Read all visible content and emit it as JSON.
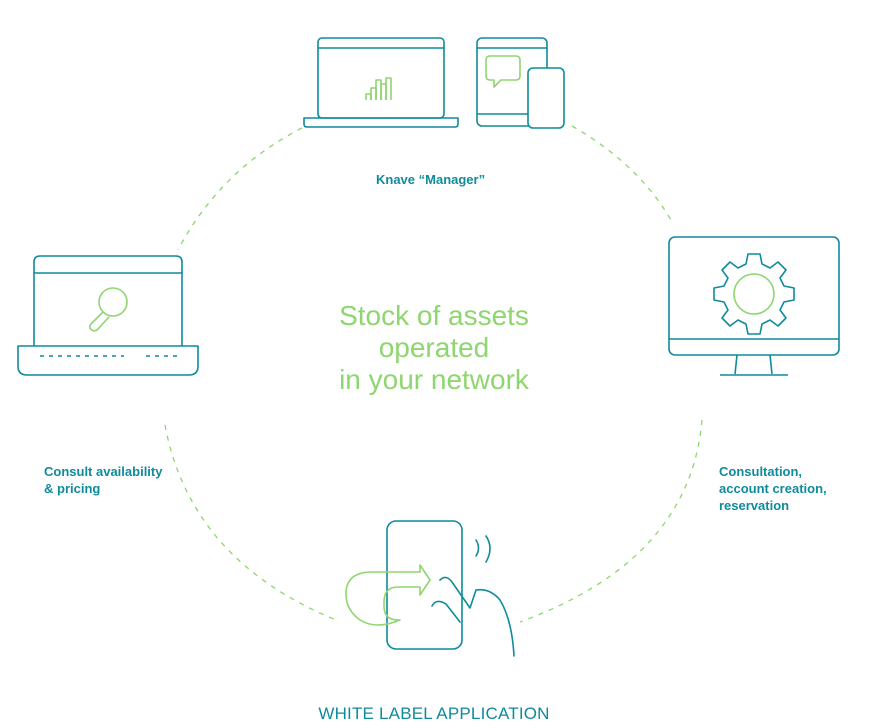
{
  "center": {
    "line1": "Stock of assets",
    "line2": "operated",
    "line3": "in your network"
  },
  "labels": {
    "manager": "Knave “Manager”",
    "consult_line1": "Consult availability",
    "consult_line2": "& pricing",
    "right_line1": "Consultation,",
    "right_line2": "account creation,",
    "right_line3": "reservation",
    "bottom_title": "WHITE LABEL APPLICATION"
  },
  "icons": {
    "top_left": "laptop-bar-chart-icon",
    "top_right": "tablet-phone-chat-icon",
    "left": "laptop-search-icon",
    "right": "monitor-gear-icon",
    "bottom": "phone-hand-redirect-icon"
  },
  "colors": {
    "teal": "#0f8b9b",
    "green": "#8ed66f"
  }
}
